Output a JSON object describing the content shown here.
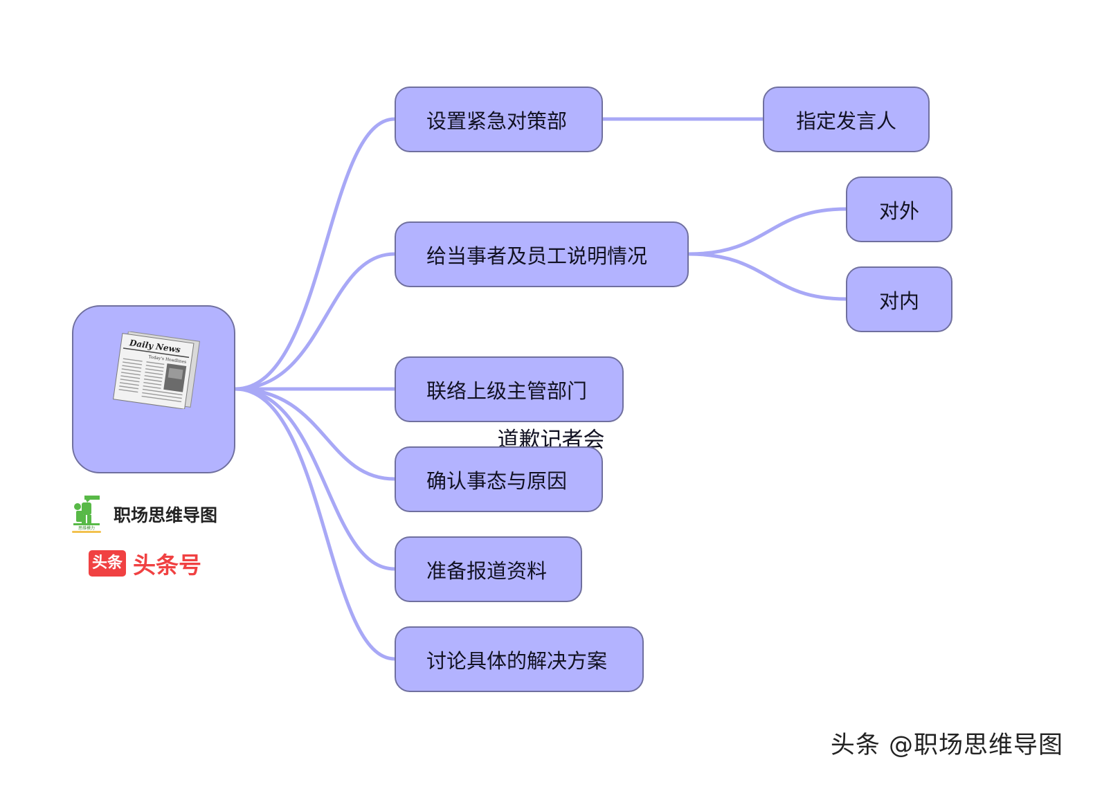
{
  "root": {
    "label": "道歉记者会",
    "icon": "newspaper-icon"
  },
  "newspaper": {
    "masthead": "Daily News",
    "subhead": "Today's Headlines"
  },
  "branches": [
    {
      "label": "设置紧急对策部",
      "children": [
        {
          "label": "指定发言人"
        }
      ]
    },
    {
      "label": "给当事者及员工说明情况",
      "children": [
        {
          "label": "对外"
        },
        {
          "label": "对内"
        }
      ]
    },
    {
      "label": "联络上级主管部门",
      "children": []
    },
    {
      "label": "确认事态与原因",
      "children": []
    },
    {
      "label": "准备报道资料",
      "children": []
    },
    {
      "label": "讨论具体的解决方案",
      "children": []
    }
  ],
  "brand": {
    "logo1_text": "职场思维导图",
    "logo1_small": "思维模力",
    "logo2_badge": "头条",
    "logo2_text": "头条号"
  },
  "watermark": "头条 @职场思维导图",
  "colors": {
    "node_fill": "#b3b3ff",
    "node_border": "#6f6f9e",
    "connector": "#a8a8f6",
    "toutiao_red": "#f04142"
  }
}
